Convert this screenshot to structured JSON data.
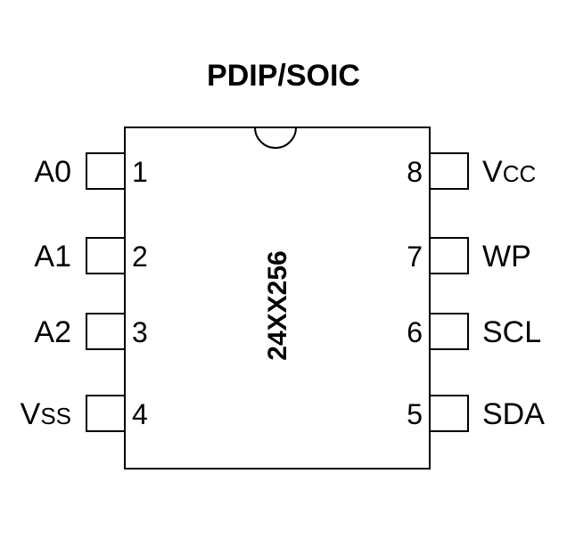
{
  "package": {
    "title": "PDIP/SOIC",
    "part_number": "24XX256"
  },
  "pins": {
    "p1": {
      "number": "1",
      "name": "A0"
    },
    "p2": {
      "number": "2",
      "name": "A1"
    },
    "p3": {
      "number": "3",
      "name": "A2"
    },
    "p4": {
      "number": "4",
      "name_main": "V",
      "name_sub": "SS"
    },
    "p5": {
      "number": "5",
      "name": "SDA"
    },
    "p6": {
      "number": "6",
      "name": "SCL"
    },
    "p7": {
      "number": "7",
      "name": "WP"
    },
    "p8": {
      "number": "8",
      "name_main": "V",
      "name_sub": "CC"
    }
  },
  "colors": {
    "stroke": "#000000",
    "background": "#ffffff"
  }
}
